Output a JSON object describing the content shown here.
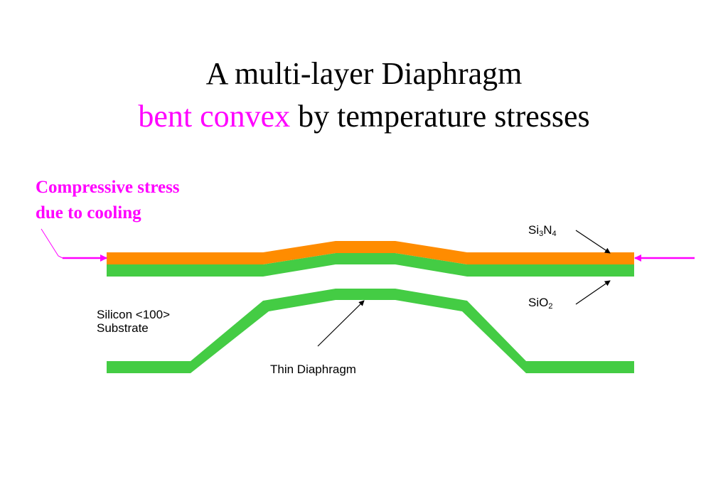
{
  "title": {
    "line1": "A multi-layer Diaphragm",
    "line2_highlight": "bent convex",
    "line2_rest": " by temperature stresses"
  },
  "stress_label": {
    "line1": "Compressive stress",
    "line2": "due to cooling"
  },
  "labels": {
    "si3n4": {
      "a": "Si",
      "b": "3",
      "c": "N",
      "d": "4"
    },
    "sio2": {
      "a": "SiO",
      "b": "2"
    },
    "silicon_line1": "Silicon <100>",
    "silicon_line2": "Substrate",
    "thin_diaphragm": "Thin Diaphragm"
  },
  "colors": {
    "nitride": "#ff8c00",
    "oxide": "#44cc44",
    "silicon": "#44cc44",
    "accent": "#ff00ff",
    "text": "#000000"
  }
}
